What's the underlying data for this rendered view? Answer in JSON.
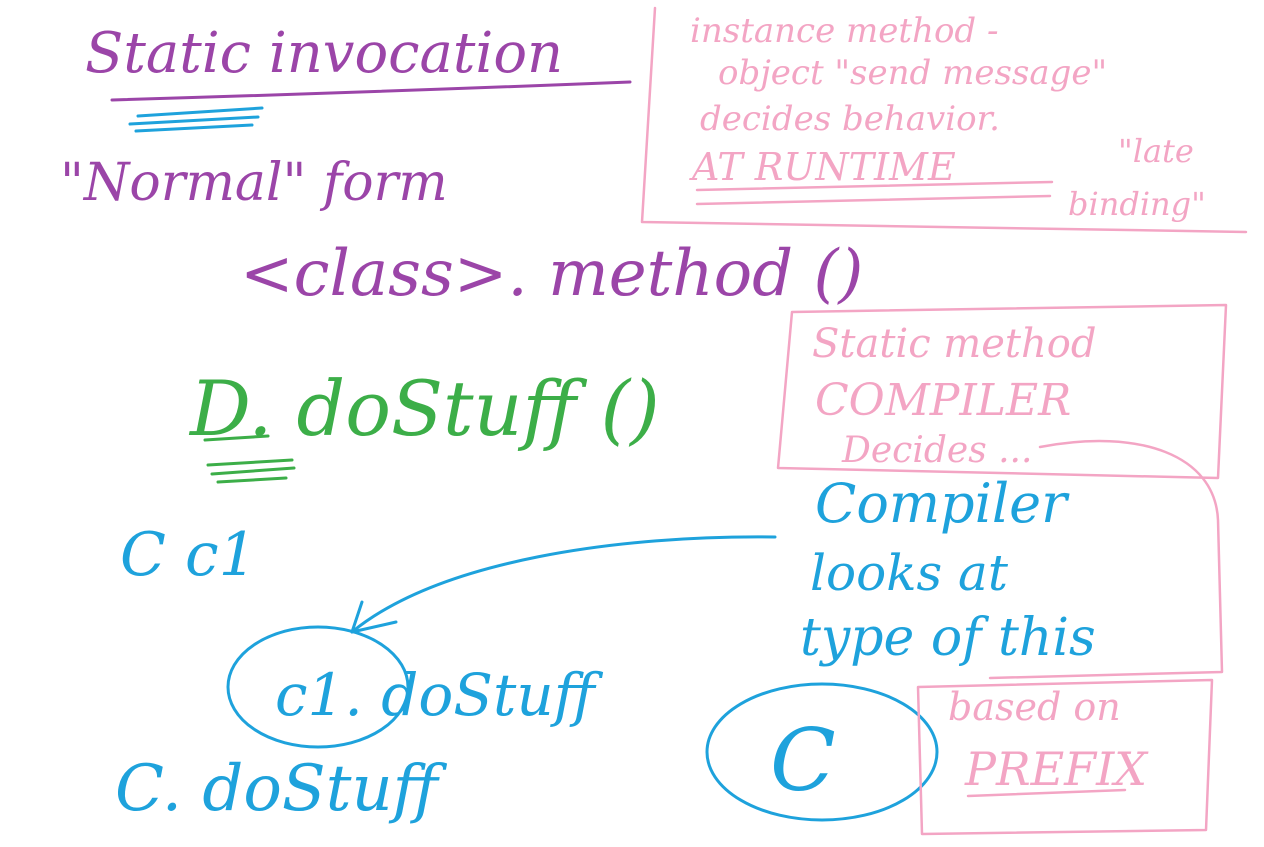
{
  "colors": {
    "purple": "#9b45a8",
    "green": "#3cae48",
    "blue": "#1ea2dc",
    "pink": "#f3a5c4",
    "background": "#ffffff"
  },
  "notes": {
    "title": "Static invocation",
    "normal_form": "\"Normal\" form",
    "syntax": "<class>. method ()",
    "example": "D. doStuff ()",
    "declaration": "C   c1",
    "instance_call": "c1. doStuff",
    "static_call": "C. doStuff",
    "circled_type": "C"
  },
  "instance_box": {
    "line1": "instance method -",
    "line2": "object \"send message\"",
    "line3": "decides behavior.",
    "line4": "AT RUNTIME",
    "aside1": "\"late",
    "aside2": "binding\""
  },
  "static_box": {
    "line1": "Static method",
    "line2": "COMPILER",
    "line3": "Decides ..."
  },
  "compiler_note": {
    "line1": "Compiler",
    "line2": "looks at",
    "line3": "type of this"
  },
  "prefix_box": {
    "line1": "based on",
    "line2": "PREFIX"
  }
}
